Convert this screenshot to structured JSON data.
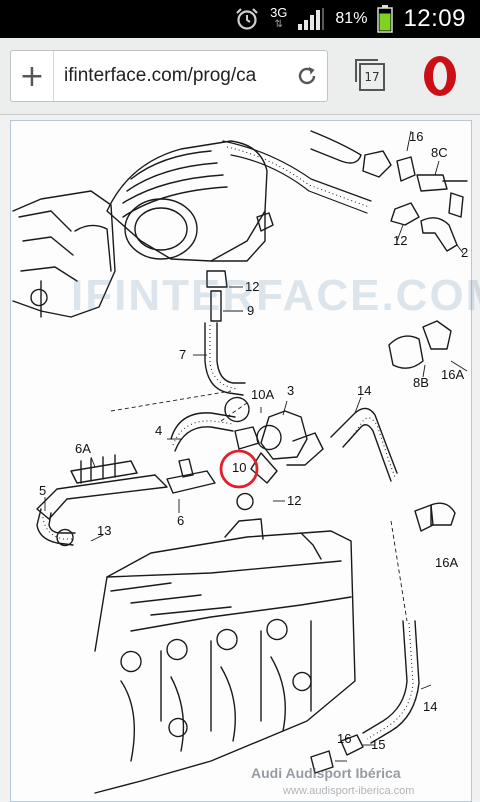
{
  "status_bar": {
    "network": "3G",
    "battery_percent": "81%",
    "battery_level": 0.81,
    "time": "12:09",
    "battery_color": "#7ed321"
  },
  "browser": {
    "add_label": "+",
    "url": "ifinterface.com/prog/ca",
    "tab_count": "17",
    "brand_color": "#cc0f16"
  },
  "diagram": {
    "watermark": "IFINTERFACE.COM",
    "watermark_footer": "Audi Audisport Ibérica",
    "watermark_footer_url": "www.audisport-iberica.com",
    "highlight_color": "#e0202a",
    "callouts": [
      "16",
      "8C",
      "2",
      "12",
      "12",
      "9",
      "7",
      "10A",
      "3",
      "14",
      "8B",
      "16A",
      "4",
      "6A",
      "10",
      "5",
      "6",
      "12",
      "13",
      "16A",
      "14",
      "16",
      "15"
    ]
  }
}
